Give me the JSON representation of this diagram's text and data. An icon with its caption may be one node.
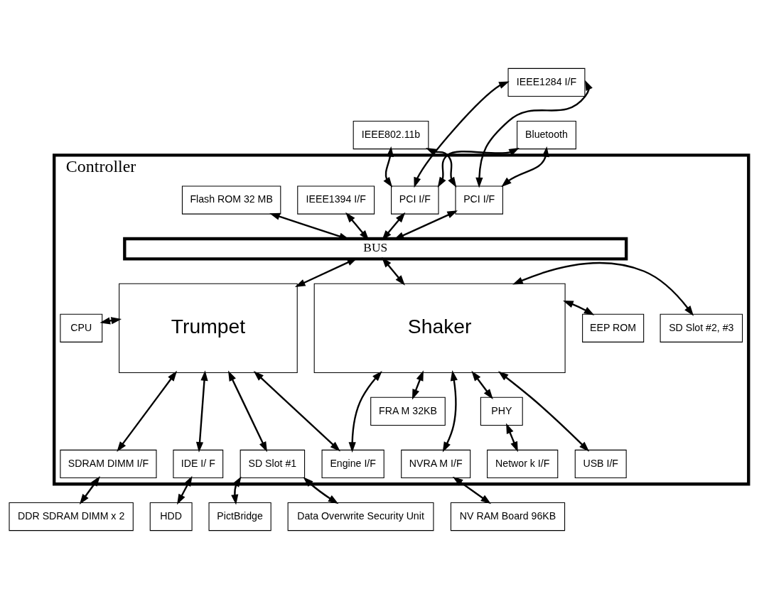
{
  "diagram": {
    "nodes": [
      {
        "text": [
          "Controller"
        ]
      },
      {
        "text": [
          "Flash ROM 32 MB"
        ],
        "in": 0
      },
      {
        "text": [
          "IEEE1394 I/F"
        ],
        "in": 0
      },
      {
        "text": [
          "PCI I/F"
        ],
        "in": 0
      },
      {
        "text": [
          "PCI I/F"
        ],
        "in": 0
      },
      {
        "text": [
          "BUS"
        ],
        "in": 0
      },
      {
        "text": [
          "CPU"
        ],
        "in": 0
      },
      {
        "text": [
          "Trumpet"
        ],
        "in": 0
      },
      {
        "text": [
          "Shaker"
        ],
        "in": 0
      },
      {
        "text": [
          "EEP ROM"
        ],
        "in": 0
      },
      {
        "text": [
          "SD Slot #2, #3"
        ],
        "in": 0
      },
      {
        "text": [
          "FRA M 32KB"
        ],
        "in": 0
      },
      {
        "text": [
          "PHY"
        ],
        "in": 0
      },
      {
        "text": [
          "SDRAM DIMM I/F"
        ],
        "in": 0
      },
      {
        "text": [
          "IDE I/ F"
        ],
        "in": 0
      },
      {
        "text": [
          "SD Slot #1"
        ],
        "in": 0
      },
      {
        "text": [
          "Engine I/F"
        ],
        "in": 0
      },
      {
        "text": [
          "NVRA M I/F"
        ],
        "in": 0
      },
      {
        "text": [
          "Networ k I/F"
        ],
        "in": 0
      },
      {
        "text": [
          "USB I/F"
        ],
        "in": 0
      },
      {
        "text": [
          "IEEE802.11b"
        ]
      },
      {
        "text": [
          "IEEE1284 I/F"
        ]
      },
      {
        "text": [
          "Bluetooth"
        ]
      },
      {
        "text": [
          "DDR SDRAM DIMM x 2"
        ]
      },
      {
        "text": [
          "HDD"
        ]
      },
      {
        "text": [
          "PictBridge"
        ]
      },
      {
        "text": [
          "Data Overwrite Security Unit"
        ]
      },
      {
        "text": [
          "NV RAM Board 96KB"
        ]
      }
    ],
    "edges": [
      {
        "from": 3,
        "to": 20,
        "arrow": "both"
      },
      {
        "from": 3,
        "to": 21,
        "arrow": "both"
      },
      {
        "from": 3,
        "to": 22,
        "arrow": "both"
      },
      {
        "from": 4,
        "to": 20,
        "arrow": "both"
      },
      {
        "from": 4,
        "to": 21,
        "arrow": "both"
      },
      {
        "from": 4,
        "to": 22,
        "arrow": "both"
      },
      {
        "from": 1,
        "to": 5,
        "arrow": "both"
      },
      {
        "from": 2,
        "to": 5,
        "arrow": "both"
      },
      {
        "from": 3,
        "to": 5,
        "arrow": "both"
      },
      {
        "from": 4,
        "to": 5,
        "arrow": "both"
      },
      {
        "from": 5,
        "to": 7,
        "arrow": "both"
      },
      {
        "from": 5,
        "to": 8,
        "arrow": "both"
      },
      {
        "from": 6,
        "to": 7,
        "arrow": "both"
      },
      {
        "from": 8,
        "to": 9,
        "arrow": "both"
      },
      {
        "from": 8,
        "to": 10,
        "arrow": "both"
      },
      {
        "from": 7,
        "to": 13,
        "arrow": "both"
      },
      {
        "from": 7,
        "to": 14,
        "arrow": "both"
      },
      {
        "from": 7,
        "to": 15,
        "arrow": "both"
      },
      {
        "from": 7,
        "to": 16,
        "arrow": "both"
      },
      {
        "from": 8,
        "to": 16,
        "arrow": "both"
      },
      {
        "from": 8,
        "to": 11,
        "arrow": "both"
      },
      {
        "from": 8,
        "to": 17,
        "arrow": "both"
      },
      {
        "from": 8,
        "to": 12,
        "arrow": "both"
      },
      {
        "from": 12,
        "to": 18,
        "arrow": "both"
      },
      {
        "from": 8,
        "to": 19,
        "arrow": "both"
      },
      {
        "from": 13,
        "to": 23,
        "arrow": "both"
      },
      {
        "from": 14,
        "to": 24,
        "arrow": "both"
      },
      {
        "from": 15,
        "to": 25,
        "arrow": "both"
      },
      {
        "from": 15,
        "to": 26,
        "arrow": "both"
      },
      {
        "from": 17,
        "to": 27,
        "arrow": "both"
      }
    ]
  }
}
